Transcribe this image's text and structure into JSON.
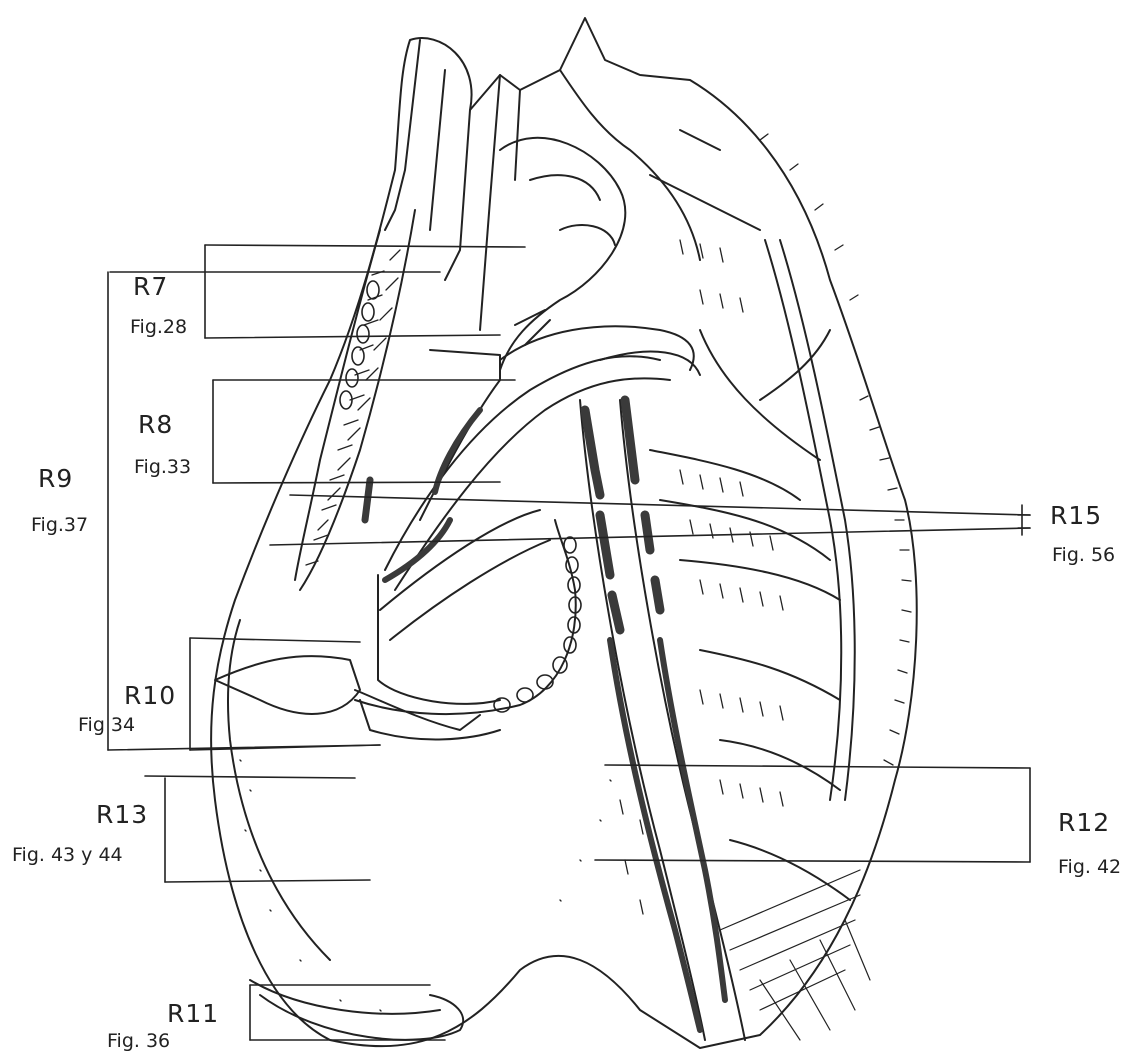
{
  "regions": [
    {
      "id": "r7",
      "code": "R7",
      "figure": "Fig.28"
    },
    {
      "id": "r8",
      "code": "R8",
      "figure": "Fig.33"
    },
    {
      "id": "r9",
      "code": "R9",
      "figure": "Fig.37"
    },
    {
      "id": "r10",
      "code": "R10",
      "figure": "Fig 34"
    },
    {
      "id": "r11",
      "code": "R11",
      "figure": "Fig. 36"
    },
    {
      "id": "r12",
      "code": "R12",
      "figure": "Fig. 42"
    },
    {
      "id": "r13",
      "code": "R13",
      "figure": "Fig. 43 y 44"
    },
    {
      "id": "r15",
      "code": "R15",
      "figure": "Fig. 56"
    }
  ],
  "colors": {
    "ink": "#222222",
    "dark_fill": "#3a3a3a",
    "paper": "#ffffff"
  }
}
